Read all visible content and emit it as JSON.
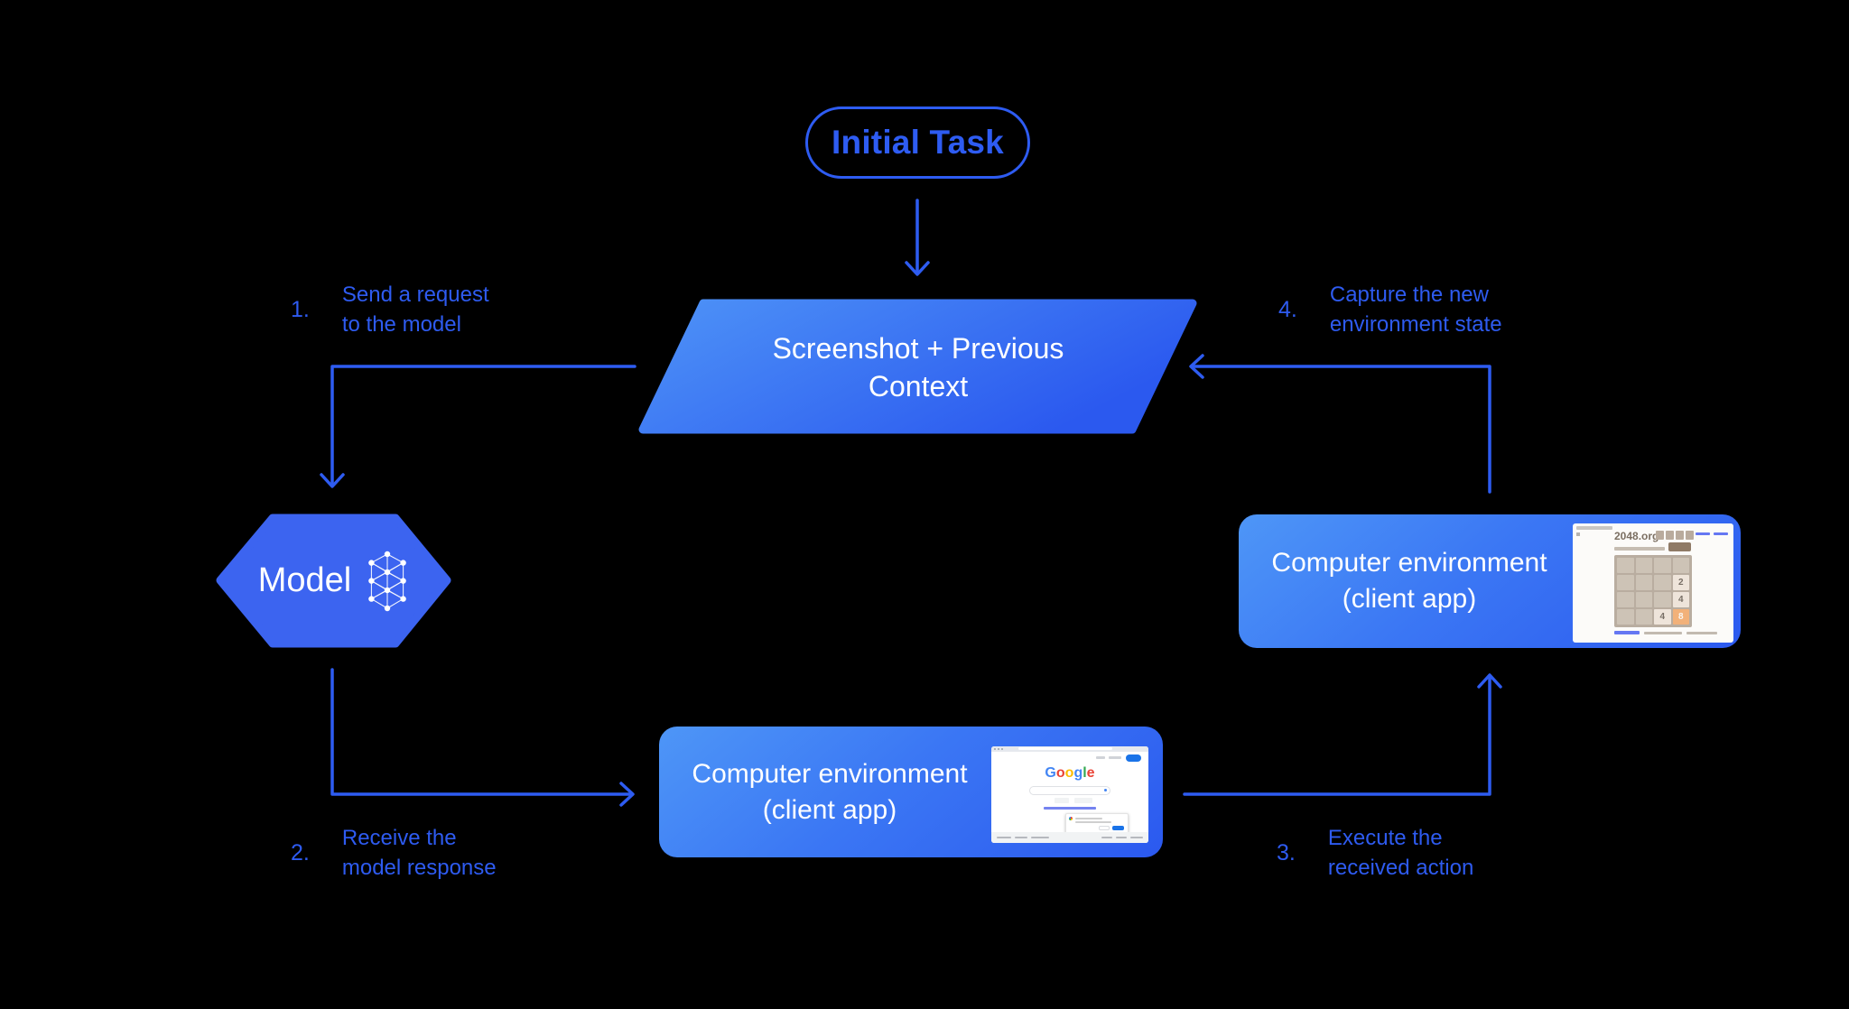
{
  "colors": {
    "background": "#000000",
    "accent_blue": "#2E5CF1",
    "hexagon_fill": "#3C64F0",
    "shape_gradient_light": "#4E96F7",
    "shape_gradient_dark": "#2B59EF",
    "node_text_white": "#FFFFFF",
    "tile_cream": "#EEE4DA",
    "tile_orange": "#F2B179",
    "google_blue": "#4285F4",
    "google_red": "#EA4335",
    "google_yellow": "#FBBC05",
    "google_green": "#34A853",
    "google_button_blue": "#1A73E8"
  },
  "nodes": {
    "initial_task": {
      "label": "Initial Task"
    },
    "screenshot_context": {
      "line1": "Screenshot + Previous",
      "line2": "Context"
    },
    "model": {
      "label": "Model",
      "icon": "neural-network-icon"
    },
    "env_client_right": {
      "line1": "Computer environment",
      "line2": "(client app)",
      "thumbnail": "2048-game-screenshot"
    },
    "env_client_bottom": {
      "line1": "Computer environment",
      "line2": "(client app)",
      "thumbnail": "google-homepage-screenshot"
    }
  },
  "steps": [
    {
      "num": "1.",
      "line1": "Send a request",
      "line2": "to the model"
    },
    {
      "num": "2.",
      "line1": "Receive the",
      "line2": "model response"
    },
    {
      "num": "3.",
      "line1": "Execute the",
      "line2": "received action"
    },
    {
      "num": "4.",
      "line1": "Capture the new",
      "line2": "environment state"
    }
  ],
  "game2048": {
    "title": "2048.org",
    "tile_r2c4": "2",
    "tile_r3c4": "4",
    "tile_r4c3": "4",
    "tile_r4c4": "8"
  },
  "google": {
    "letters": [
      "G",
      "o",
      "o",
      "g",
      "l",
      "e"
    ]
  }
}
